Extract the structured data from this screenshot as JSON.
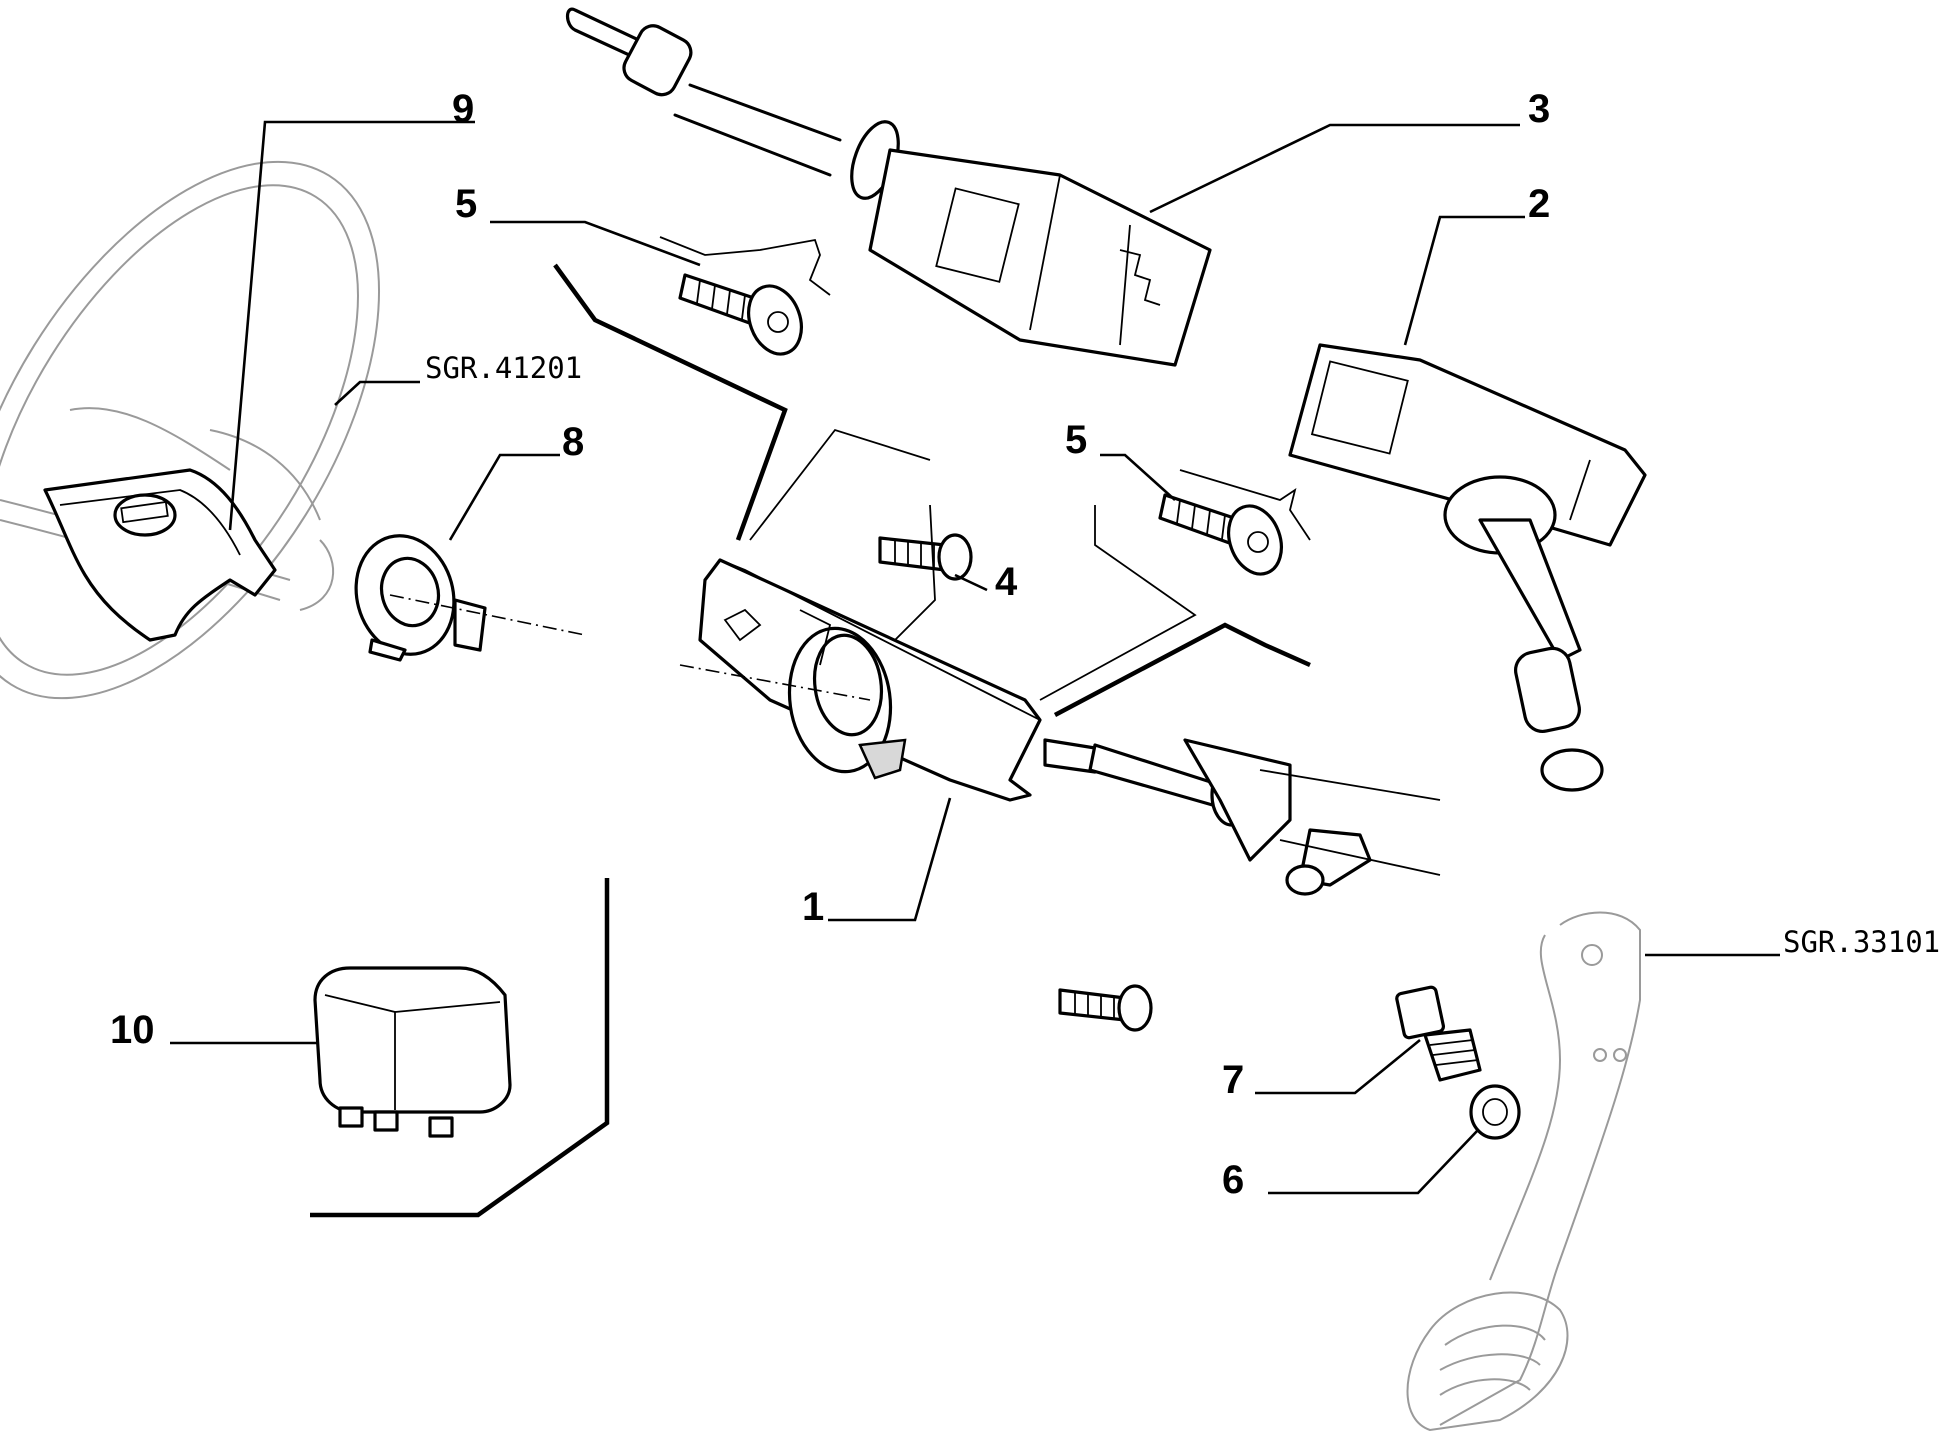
{
  "callouts": {
    "c1": "1",
    "c2": "2",
    "c3": "3",
    "c4": "4",
    "c5a": "5",
    "c5b": "5",
    "c6": "6",
    "c7": "7",
    "c8": "8",
    "c9": "9",
    "c10": "10"
  },
  "references": {
    "steering_wheel": "SGR.41201",
    "pedal": "SGR.33101"
  },
  "parts": [
    {
      "number": "1",
      "icon": "steering-column-switch-housing-icon"
    },
    {
      "number": "2",
      "icon": "wiper-stalk-switch-icon"
    },
    {
      "number": "3",
      "icon": "light-stalk-switch-icon"
    },
    {
      "number": "4",
      "icon": "bolt-icon"
    },
    {
      "number": "5",
      "icon": "screw-icon"
    },
    {
      "number": "6",
      "icon": "washer-icon"
    },
    {
      "number": "7",
      "icon": "stop-light-switch-icon"
    },
    {
      "number": "8",
      "icon": "clock-spring-ring-icon"
    },
    {
      "number": "9",
      "icon": "airbag-module-icon"
    },
    {
      "number": "10",
      "icon": "relay-icon"
    }
  ]
}
